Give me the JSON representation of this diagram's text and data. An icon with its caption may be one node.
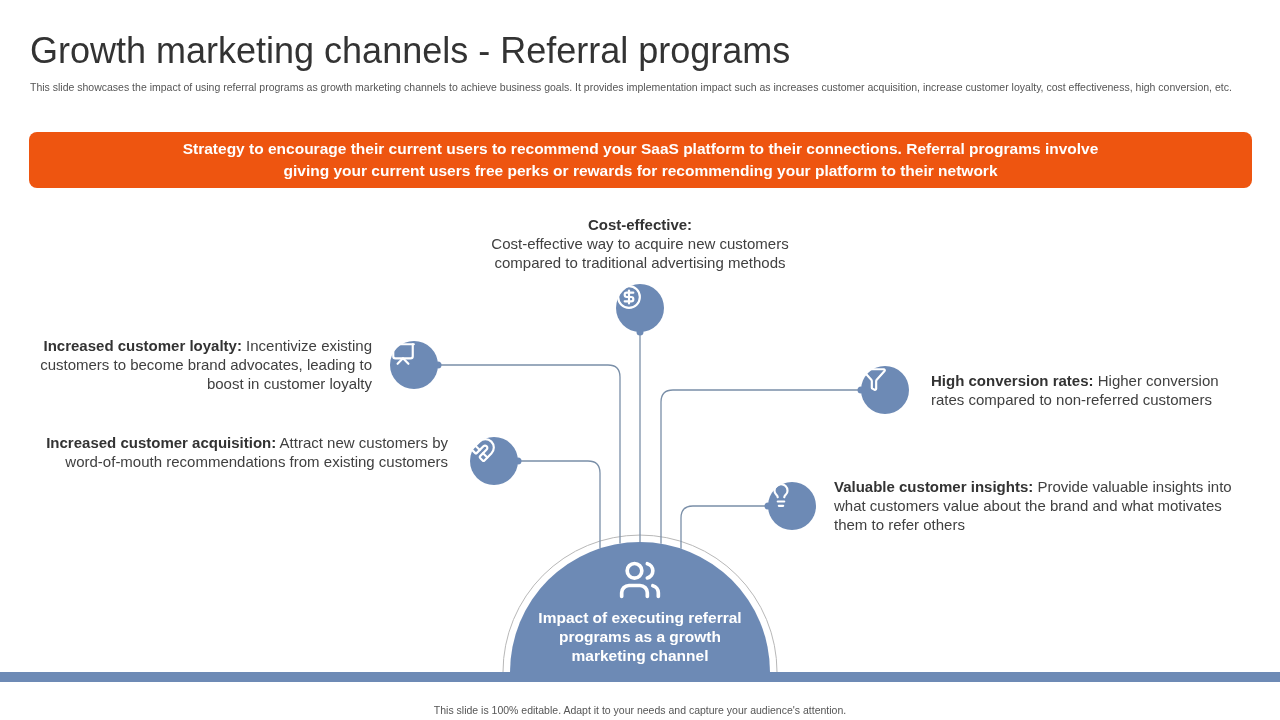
{
  "diagram": {
    "title": "Growth marketing channels - Referral programs",
    "nodes": [
      {
        "text": [
          "Strategy to encourage their current users to recommend your SaaS platform to their connections. Referral programs involve giving your current users free perks or rewards for recommending your platform to their network"
        ]
      },
      {
        "text": [
          "Impact of executing referral programs as a growth marketing channel"
        ]
      },
      {
        "text": [],
        "shape": "circle",
        "beside": [
          "Cost-effective:",
          "Cost-effective way to acquire new customers compared to traditional advertising methods"
        ]
      },
      {
        "text": [],
        "shape": "circle",
        "beside": [
          "**Increased customer loyalty:** Incentivize existing customers to become brand advocates, leading to boost in customer loyalty"
        ]
      },
      {
        "text": [],
        "shape": "circle",
        "beside": [
          "**High conversion rates:** Higher conversion rates compared to non-referred customers"
        ]
      },
      {
        "text": [],
        "shape": "circle",
        "beside": [
          "**Increased customer acquisition:** Attract new customers by word-of-mouth recommendations from existing customers"
        ]
      },
      {
        "text": [],
        "shape": "circle",
        "beside": [
          "**Valuable customer insights:** Provide valuable insights into what customers value about the brand and what motivates them to refer others"
        ]
      }
    ],
    "edges": [
      {
        "from": 1,
        "to": 2,
        "arrow": "other"
      },
      {
        "from": 1,
        "to": 3,
        "arrow": "other"
      },
      {
        "from": 1,
        "to": 4,
        "arrow": "other"
      },
      {
        "from": 1,
        "to": 5,
        "arrow": "other"
      },
      {
        "from": 1,
        "to": 6,
        "arrow": "other"
      }
    ],
    "labels": [
      "This slide showcases the impact of using referral programs as growth marketing channels to achieve business goals. It provides implementation impact such as increases customer acquisition, increase customer loyalty, cost effectiveness, high conversion, etc.",
      "This slide is 100% editable. Adapt it to your needs and capture your audience's attention."
    ]
  }
}
